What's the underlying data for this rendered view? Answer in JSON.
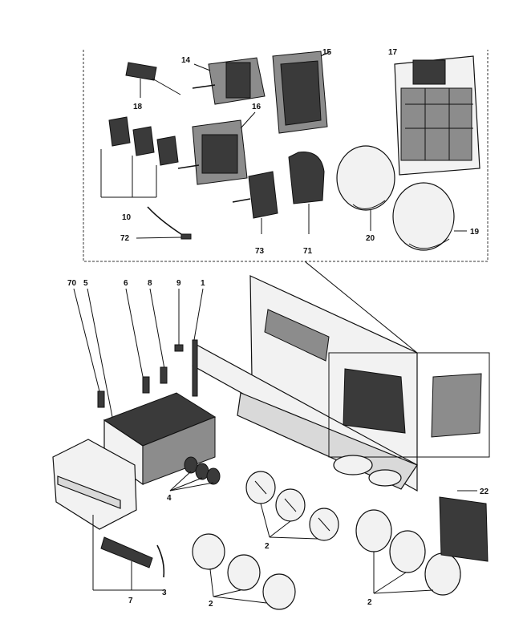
{
  "labels": {
    "l14": "14",
    "l15": "15",
    "l17": "17",
    "l18": "18",
    "l16": "16",
    "l10": "10",
    "l72": "72",
    "l73": "73",
    "l71": "71",
    "l20": "20",
    "l19": "19",
    "l70": "70",
    "l5": "5",
    "l6": "6",
    "l8": "8",
    "l9": "9",
    "l1": "1",
    "l4": "4",
    "l2a": "2",
    "l2b": "2",
    "l2c": "2",
    "l22": "22",
    "l7": "7",
    "l3": "3"
  }
}
